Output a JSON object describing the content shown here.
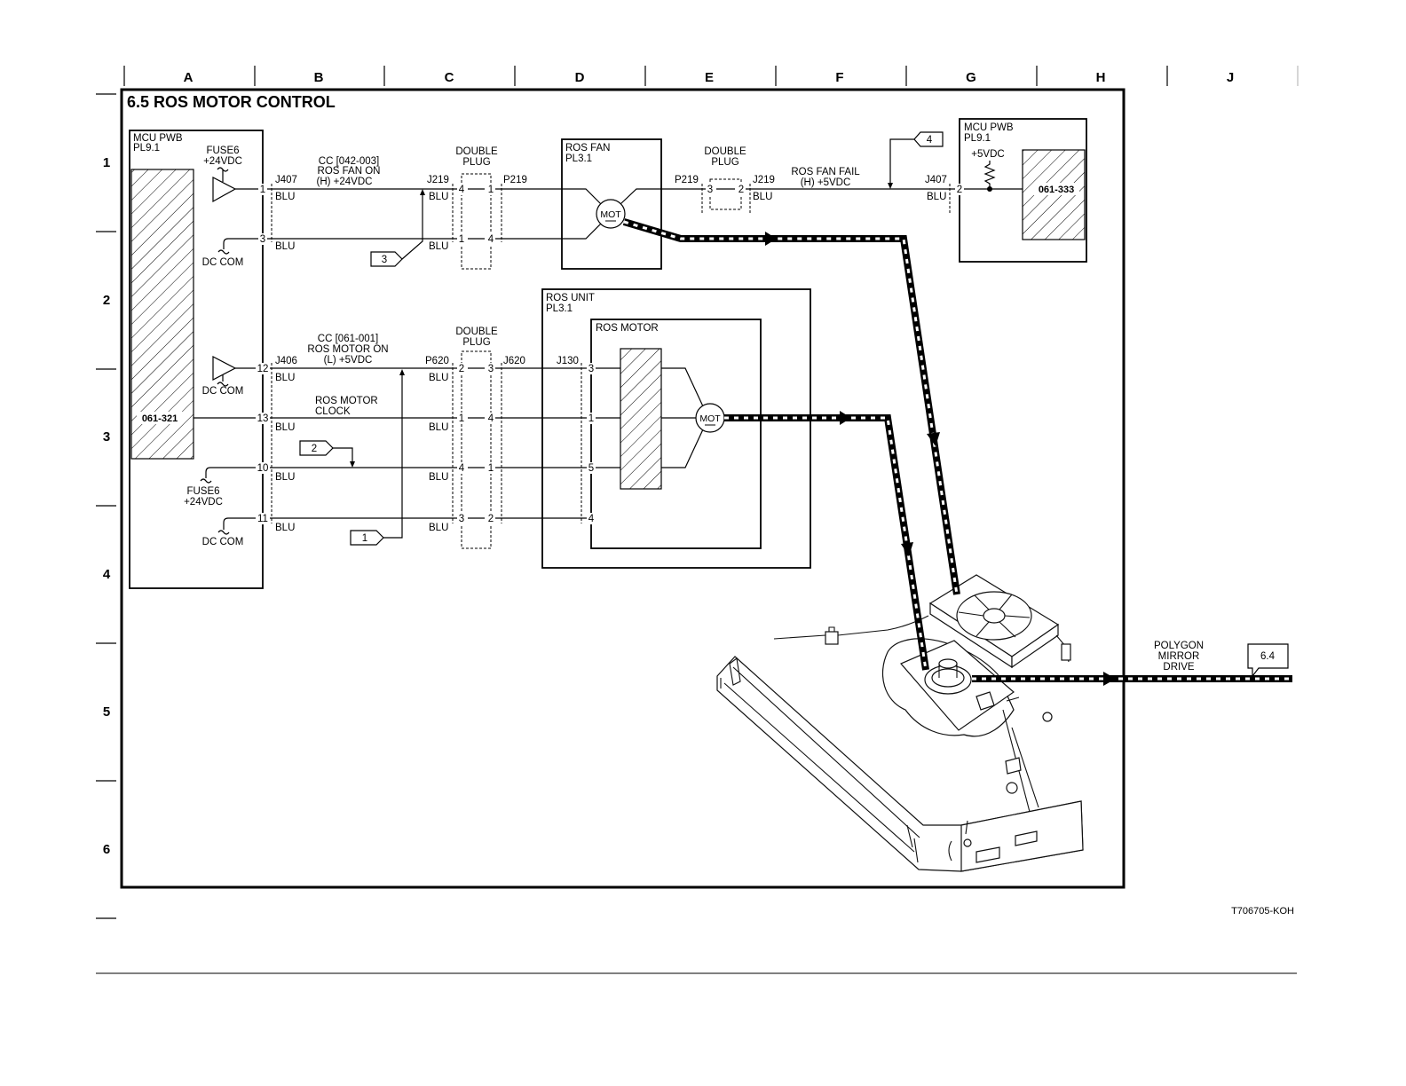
{
  "grid": {
    "columns": [
      "A",
      "B",
      "C",
      "D",
      "E",
      "F",
      "G",
      "H",
      "J"
    ],
    "rows": [
      "1",
      "2",
      "3",
      "4",
      "5",
      "6"
    ]
  },
  "title": "6.5 ROS MOTOR CONTROL",
  "figure_id": "T706705-KOH",
  "wire_color": "BLU",
  "dc_com": "DC COM",
  "fuse": {
    "name": "FUSE6",
    "voltage": "+24VDC"
  },
  "double_plug": [
    "DOUBLE",
    "PLUG"
  ],
  "mcu_main": {
    "name": "MCU PWB",
    "part": "PL9.1",
    "board_id": "061-321",
    "pins": [
      "1",
      "3",
      "12",
      "13",
      "10",
      "11"
    ]
  },
  "mcu_fail": {
    "name": "MCU PWB",
    "part": "PL9.1",
    "board_id": "061-333",
    "supply": "+5VDC",
    "pin": "2"
  },
  "signals": {
    "ros_fan_on": {
      "cc": "CC [042-003]",
      "name": "ROS FAN ON",
      "level": "(H) +24VDC"
    },
    "ros_motor_on": {
      "cc": "CC [061-001]",
      "name": "ROS MOTOR ON",
      "level": "(L) +5VDC"
    },
    "ros_motor_clock": {
      "line1": "ROS MOTOR",
      "line2": "CLOCK"
    },
    "ros_fan_fail": {
      "name": "ROS FAN FAIL",
      "level": "(H) +5VDC"
    }
  },
  "connectors": {
    "j407": "J407",
    "j219": "J219",
    "p219": "P219",
    "j406": "J406",
    "p620": "P620",
    "j620": "J620",
    "j130": "J130"
  },
  "plug_pins": {
    "fan_plug": [
      [
        "4",
        "1"
      ],
      [
        "1",
        "4"
      ]
    ],
    "fail_plug": [
      [
        "3",
        "2"
      ]
    ],
    "motor_plug": [
      [
        "2",
        "3"
      ],
      [
        "1",
        "4"
      ],
      [
        "4",
        "1"
      ],
      [
        "3",
        "2"
      ]
    ]
  },
  "ros_fan": {
    "name": "ROS FAN",
    "part": "PL3.1",
    "motor": "MOT"
  },
  "ros_unit": {
    "name": "ROS UNIT",
    "part": "PL3.1"
  },
  "ros_motor": {
    "name": "ROS MOTOR",
    "motor": "MOT",
    "pins": [
      "3",
      "1",
      "5",
      "4"
    ]
  },
  "callouts": {
    "c1": "1",
    "c2": "2",
    "c3": "3",
    "c4": "4"
  },
  "polygon_mirror_drive": {
    "lines": [
      "POLYGON",
      "MIRROR",
      "DRIVE"
    ],
    "ref": "6.4"
  }
}
